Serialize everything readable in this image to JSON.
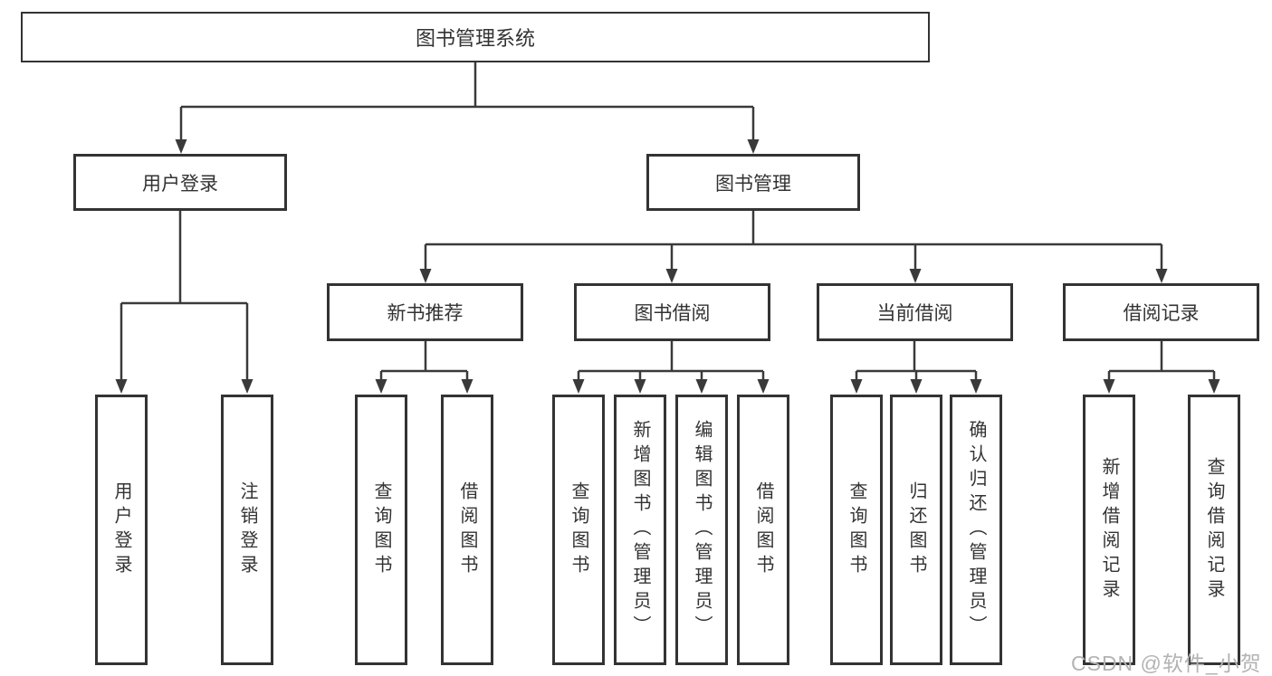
{
  "diagram": {
    "title": "图书管理系统",
    "children": [
      {
        "label": "用户登录",
        "children": [
          {
            "label": "用户登录"
          },
          {
            "label": "注销登录"
          }
        ]
      },
      {
        "label": "图书管理",
        "children": [
          {
            "label": "新书推荐",
            "children": [
              {
                "label": "查询图书"
              },
              {
                "label": "借阅图书"
              }
            ]
          },
          {
            "label": "图书借阅",
            "children": [
              {
                "label": "查询图书"
              },
              {
                "label": "新增图书（管理员）"
              },
              {
                "label": "编辑图书（管理员）"
              },
              {
                "label": "借阅图书"
              }
            ]
          },
          {
            "label": "当前借阅",
            "children": [
              {
                "label": "查询图书"
              },
              {
                "label": "归还图书"
              },
              {
                "label": "确认归还（管理员）"
              }
            ]
          },
          {
            "label": "借阅记录",
            "children": [
              {
                "label": "新增借阅记录"
              },
              {
                "label": "查询借阅记录"
              }
            ]
          }
        ]
      }
    ]
  },
  "watermark": {
    "text": "CSDN @软件_小贺同学"
  },
  "colors": {
    "line": "#3a3a3a",
    "box_border": "#333333",
    "text": "#333333",
    "watermark": "#b3b3b3",
    "background": "#ffffff"
  }
}
